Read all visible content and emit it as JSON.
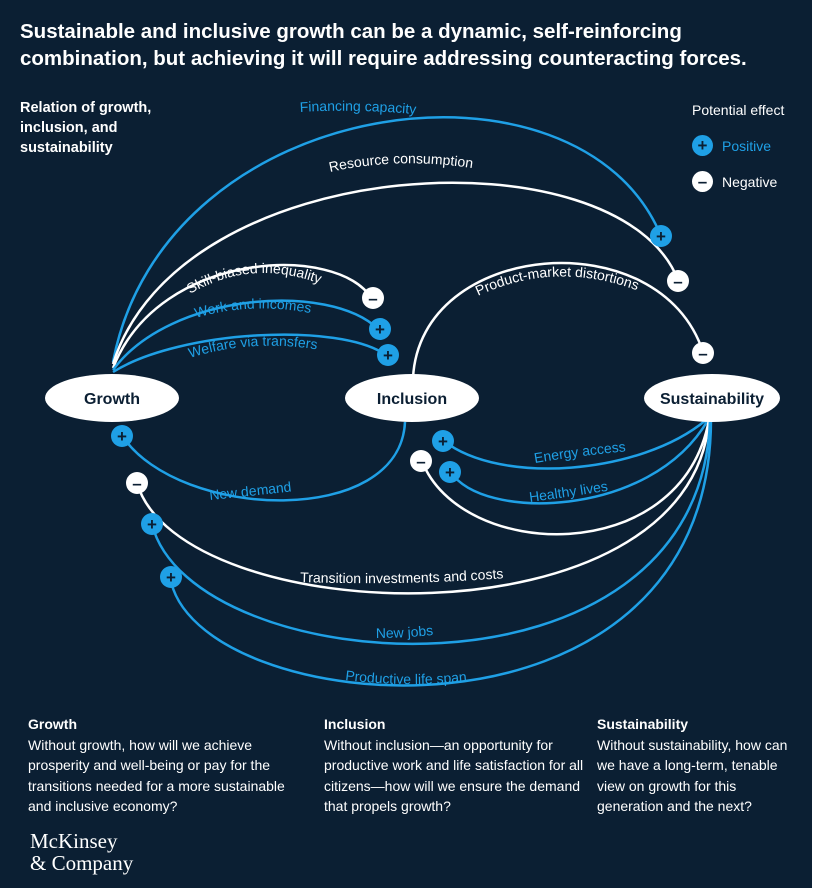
{
  "title": "Sustainable and inclusive growth can be a dynamic, self-reinforcing combination, but achieving it will require addressing counteracting forces.",
  "subtitle": "Relation of growth, inclusion, and sustainability",
  "legend": {
    "title": "Potential effect",
    "positive": "Positive",
    "negative": "Negative",
    "positive_symbol": "+",
    "negative_symbol": "–"
  },
  "colors": {
    "background": "#0b1f33",
    "positive": "#1fa0e6",
    "negative": "#ffffff"
  },
  "nodes": {
    "growth": "Growth",
    "inclusion": "Inclusion",
    "sustainability": "Sustainability"
  },
  "links": {
    "financing_capacity": {
      "label": "Financing capacity",
      "effect": "positive"
    },
    "resource_consumption": {
      "label": "Resource consumption",
      "effect": "negative"
    },
    "skill_biased_inequality": {
      "label": "Skill-biased inequality",
      "effect": "negative"
    },
    "work_and_incomes": {
      "label": "Work and incomes",
      "effect": "positive"
    },
    "welfare_via_transfers": {
      "label": "Welfare via transfers",
      "effect": "positive"
    },
    "product_market_distortions": {
      "label": "Product-market distortions",
      "effect": "negative"
    },
    "new_demand": {
      "label": "New demand",
      "effect": "positive"
    },
    "energy_access": {
      "label": "Energy access",
      "effect": "positive"
    },
    "healthy_lives": {
      "label": "Healthy lives",
      "effect": "positive"
    },
    "transition_investments": {
      "label": "Transition investments and costs",
      "effect": "negative"
    },
    "new_jobs": {
      "label": "New jobs",
      "effect": "positive"
    },
    "productive_life_span": {
      "label": "Productive life span",
      "effect": "positive"
    }
  },
  "footer": {
    "growth": {
      "heading": "Growth",
      "text": "Without growth, how will we achieve prosperity and well-being or pay for the transitions needed for a more sustainable and inclusive economy?"
    },
    "inclusion": {
      "heading": "Inclusion",
      "text": "Without inclusion—an opportunity for productive work and life satisfaction for all citizens—how will we ensure the demand that propels growth?"
    },
    "sustainability": {
      "heading": "Sustainability",
      "text": "Without sustainability, how can we have a long-term, tenable view on growth for this generation and the next?"
    }
  },
  "logo": {
    "line1": "McKinsey",
    "line2": "& Company"
  }
}
